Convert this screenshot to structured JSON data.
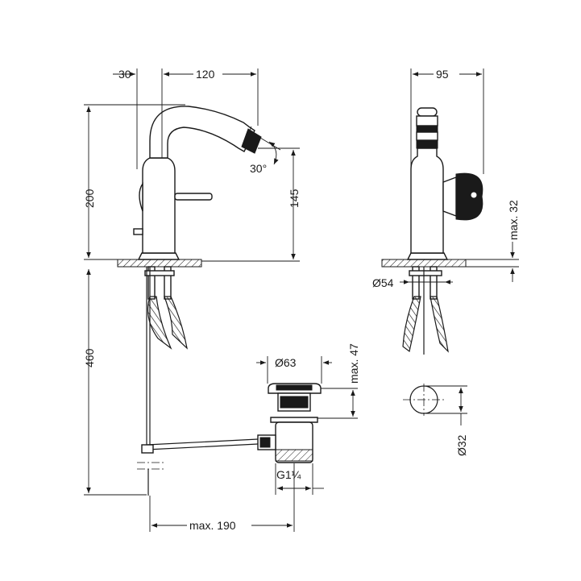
{
  "dimensions": {
    "spout_offset": "30",
    "spout_reach": "120",
    "side_width": "95",
    "height_total": "200",
    "height_outlet": "145",
    "tilt_angle": "30°",
    "deck_thickness": "max. 32",
    "base_diameter": "Ø54",
    "under_length": "460",
    "waste_diameter": "Ø63",
    "waste_height": "max. 47",
    "hole_diameter": "Ø32",
    "waste_thread": "G1¼",
    "rod_length": "max. 190"
  }
}
